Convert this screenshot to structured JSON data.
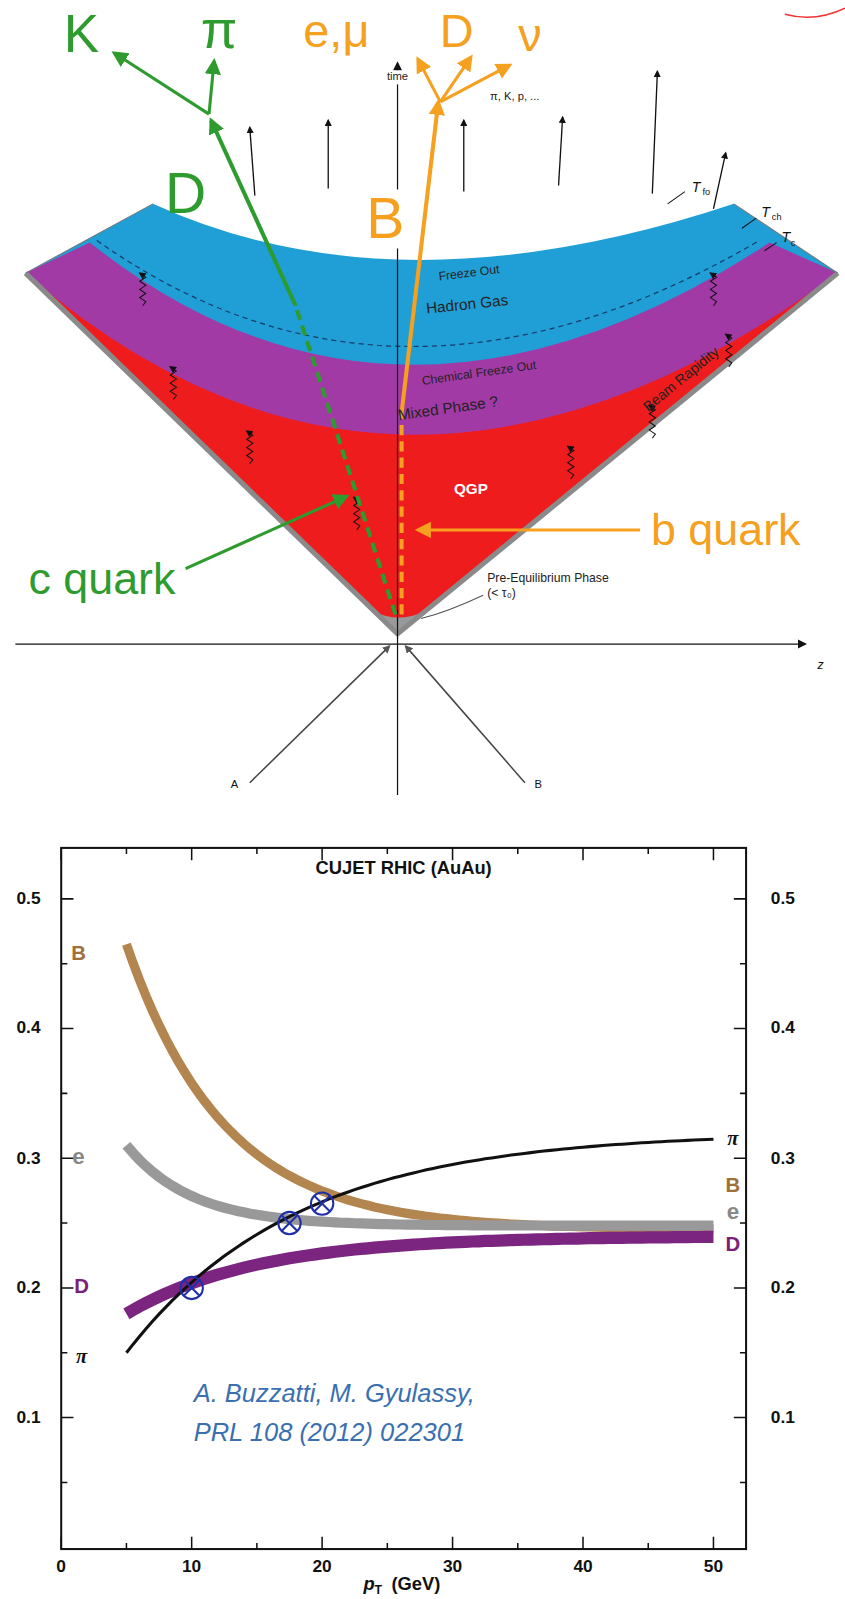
{
  "diagram": {
    "labels": [
      "K",
      "π",
      "e,μ",
      "D",
      "ν",
      "π, K, p, ...",
      "time",
      "D",
      "B",
      "T",
      "fo",
      "T",
      "ch",
      "T",
      "c",
      "Freeze Out",
      "Hadron Gas",
      "Chemical Freeze Out",
      "Mixed Phase ?",
      "Beam Rapidity",
      "QGP",
      "b quark",
      "c quark",
      "Pre-Equilibrium Phase (< τ₀)",
      "z",
      "A",
      "B",
      "CUJET RHIC (AuAu)",
      "0.5",
      "0.4",
      "0.3",
      "0.2",
      "0.1",
      "0.5",
      "0.4",
      "0.3",
      "0.2",
      "0.1",
      "0",
      "10",
      "20",
      "30",
      "40",
      "50",
      "p",
      "T",
      "(GeV)",
      "B",
      "e",
      "D",
      "π",
      "π",
      "B",
      "e",
      "D",
      "A.  Buzzatti, M. Gyulassy,",
      "PRL 108 (2012) 022301"
    ]
  }
}
